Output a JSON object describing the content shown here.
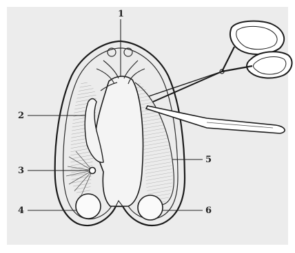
{
  "labels": {
    "l1": "1",
    "l2": "2",
    "l3": "3",
    "l4": "4",
    "l5": "5",
    "l6": "6"
  },
  "colors": {
    "background": "#ececec",
    "ink": "#1a1a1a"
  }
}
